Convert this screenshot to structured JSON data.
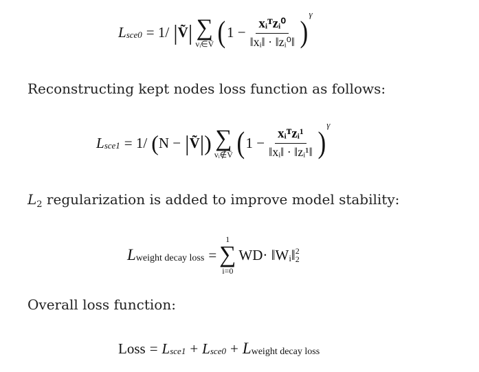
{
  "eq_sce0": {
    "L": "L",
    "L_sub": "sce0",
    "eq": "= 1/",
    "abs_left": "|",
    "V": "Ṽ",
    "abs_right": "|",
    "sum": "∑",
    "sum_lower": "vᵢ∈Ṽ",
    "paren_left": "(",
    "one_minus": "1 −",
    "num": "xᵢᵀzᵢ⁰",
    "den": "‖xᵢ‖ · ‖zᵢ⁰‖",
    "paren_right": ")",
    "exp": "γ"
  },
  "text_kept": "Reconstructing kept nodes loss function as follows:",
  "eq_sce1": {
    "L": "L",
    "L_sub": "sce1",
    "eq": "= 1/",
    "open": "(",
    "N_minus": "N −",
    "abs_left": "|",
    "V": "Ṽ",
    "abs_right": "|",
    "close": ")",
    "sum": "∑",
    "sum_lower": "vᵢ∉Ṽ",
    "paren_left": "(",
    "one_minus": "1 −",
    "num": "xᵢᵀzᵢ¹",
    "den": "‖xᵢ‖ · ‖zᵢ¹‖",
    "paren_right": ")",
    "exp": "γ"
  },
  "text_l2_L": "L",
  "text_l2_sub": "2",
  "text_l2_rest": " regularization is added to improve model stability:",
  "eq_wd": {
    "L": "L",
    "L_sub": "weight decay loss",
    "eq": "=",
    "sum": "∑",
    "sum_upper": "1",
    "sum_lower": "i=0",
    "term": "WD· ‖Wᵢ‖",
    "norm_sup": "2",
    "norm_sub": "2"
  },
  "text_overall": "Overall loss function:",
  "eq_total": {
    "lhs": "Loss",
    "eq": "=",
    "L1": "L",
    "L1_sub": "sce1",
    "plus1": "+",
    "L2": "L",
    "L2_sub": "sce0",
    "plus2": "+",
    "L3": "L",
    "L3_sub": "weight decay loss"
  }
}
